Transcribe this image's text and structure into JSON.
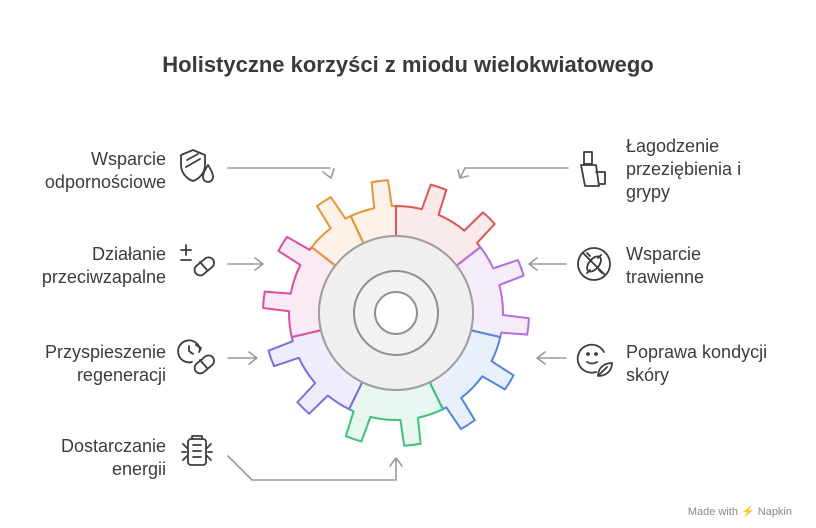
{
  "title": "Holistyczne korzyści z miodu wielokwiatowego",
  "items": [
    {
      "id": "wsparcie-odpornosciowe",
      "text": "Wsparcie\nodpornościowe",
      "icon": "shield-drop-icon",
      "color": "#e8943a"
    },
    {
      "id": "dzialanie-przeciwzapalne",
      "text": "Działanie\nprzeciwzapalne",
      "icon": "plus-minus-pill-icon",
      "color": "#d94f9f"
    },
    {
      "id": "przyspieszenie-regeneracji",
      "text": "Przyspieszenie\nregeneracji",
      "icon": "clock-pill-icon",
      "color": "#7d6ee0"
    },
    {
      "id": "dostarczanie-energii",
      "text": "Dostarczanie\nenergii",
      "icon": "battery-energy-icon",
      "color": "#3fc17a"
    },
    {
      "id": "lagodzenie-przeziebienia",
      "text": "Łagodzenie\nprzeziębienia i\ngrypy",
      "icon": "inhaler-icon",
      "color": "#e05555"
    },
    {
      "id": "wsparcie-trawienne",
      "text": "Wsparcie\ntrawienne",
      "icon": "no-bacteria-icon",
      "color": "#b86ce0"
    },
    {
      "id": "poprawa-kondycji-skory",
      "text": "Poprawa kondycji\nskóry",
      "icon": "face-leaf-icon",
      "color": "#4f86e0"
    }
  ],
  "footer": "Made with ⚡ Napkin"
}
